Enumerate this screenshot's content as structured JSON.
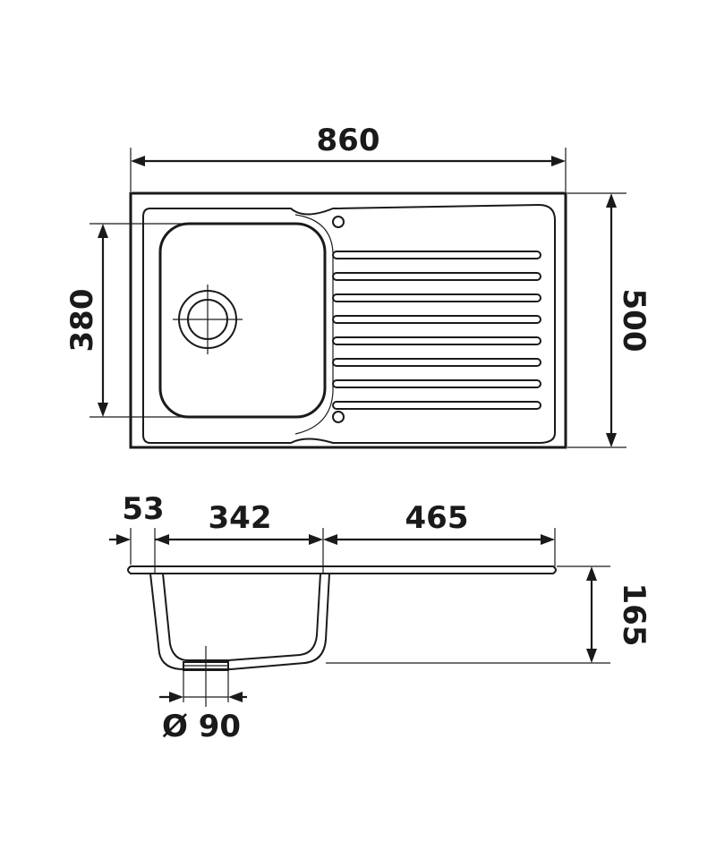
{
  "dimensions": {
    "total_length": "860",
    "total_width": "500",
    "bowl_width": "380",
    "rim_offset": "53",
    "bowl_length": "342",
    "drainer_length": "465",
    "depth": "165",
    "drain_diameter": "Ø 90"
  },
  "colors": {
    "line": "#1a1a1a",
    "background": "#ffffff"
  }
}
